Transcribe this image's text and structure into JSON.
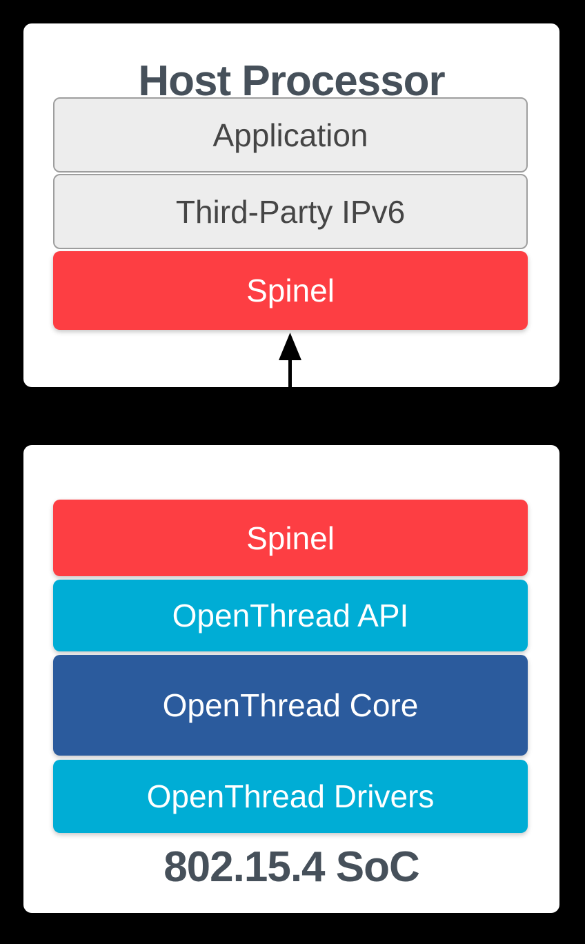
{
  "host": {
    "title": "Host Processor",
    "layers": [
      {
        "label": "Application",
        "style": "gray"
      },
      {
        "label": "Third-Party IPv6",
        "style": "gray"
      },
      {
        "label": "Spinel",
        "style": "red"
      }
    ]
  },
  "soc": {
    "title": "802.15.4 SoC",
    "layers": [
      {
        "label": "Spinel",
        "style": "red"
      },
      {
        "label": "OpenThread API",
        "style": "cyan"
      },
      {
        "label": "OpenThread Core",
        "style": "blue"
      },
      {
        "label": "OpenThread Drivers",
        "style": "cyan"
      }
    ]
  },
  "link": {
    "icon": "bidirectional-arrow-icon",
    "color": "#000000"
  },
  "colors": {
    "background": "#000000",
    "card": "#FFFFFF",
    "red": "#FD3E43",
    "cyan": "#00ADD5",
    "blue": "#2B5B9D",
    "gray_fill": "#EDEDED",
    "gray_border": "#9E9E9E",
    "title_text": "#46505A",
    "gray_text": "#454545",
    "light_text": "#FFFFFF"
  }
}
